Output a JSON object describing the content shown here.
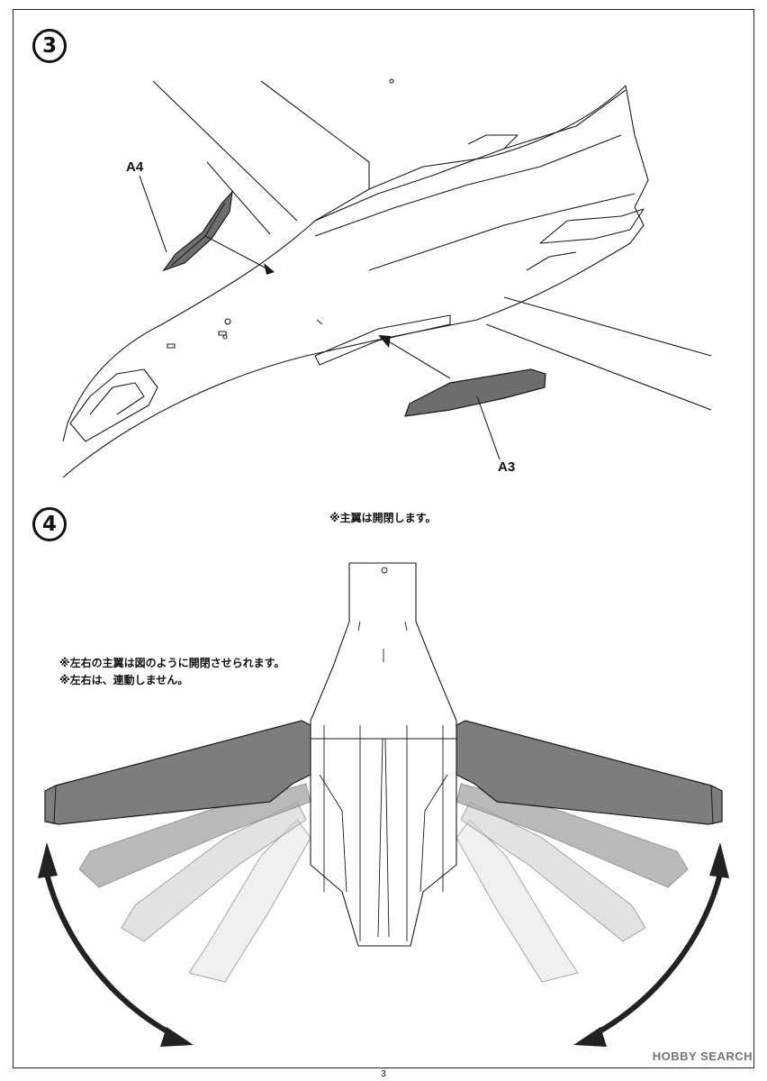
{
  "steps": [
    {
      "number": "3",
      "parts": [
        "A4",
        "A3"
      ]
    },
    {
      "number": "4",
      "note_top": "※主翼は開閉します。",
      "notes_side": [
        "※左右の主翼は図のように開閉させられます。",
        "※左右は、連動しません。"
      ]
    }
  ],
  "page_number": "3",
  "watermark": "HOBBY SEARCH",
  "colors": {
    "line": "#1a1a1a",
    "part_fill": "#6e6e6e",
    "wing_dark": "#7d7d7d",
    "arrow": "#222222"
  }
}
